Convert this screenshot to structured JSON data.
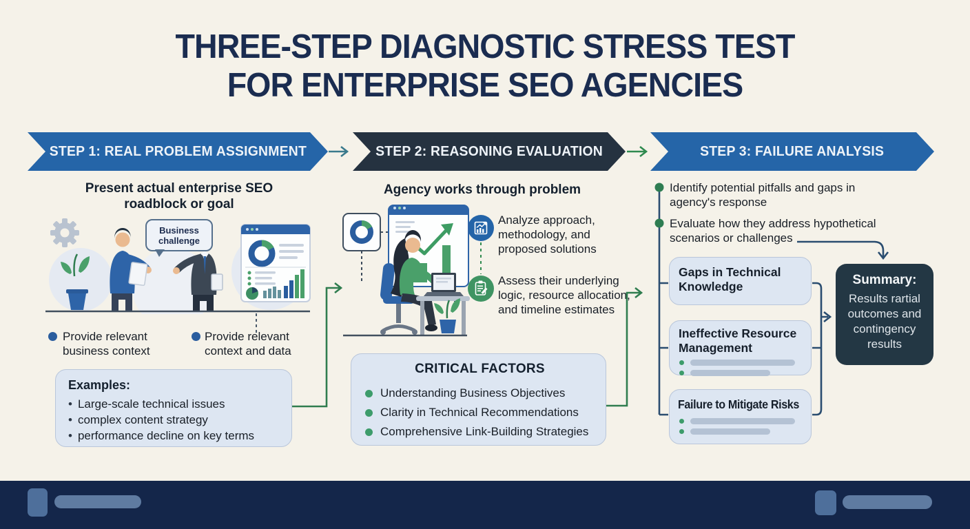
{
  "title": {
    "line1": "THREE-STEP DIAGNOSTIC STRESS TEST",
    "line2": "FOR ENTERPRISE SEO AGENCIES"
  },
  "banners": [
    {
      "label": "STEP 1: REAL PROBLEM ASSIGNMENT",
      "color": "#2565a8"
    },
    {
      "label": "STEP 2: REASONING EVALUATION",
      "color": "#253240"
    },
    {
      "label": "STEP 3: FAILURE ANALYSIS",
      "color": "#2565a8"
    }
  ],
  "step1": {
    "heading": "Present actual enterprise SEO roadblock or goal",
    "illustration": {
      "speech_bubble": "Business challenge",
      "icons": [
        "gear-icon",
        "plant-icon",
        "two-people",
        "dashboard-icon"
      ]
    },
    "bullets": [
      "Provide relevant business context",
      "Provide relevant context and data"
    ],
    "examples": {
      "title": "Examples:",
      "items": [
        "Large-scale technical issues",
        "complex content strategy",
        "performance decline on key terms"
      ]
    }
  },
  "step2": {
    "heading": "Agency works through problem",
    "illustration": {
      "icons": [
        "donut-chart-icon",
        "growth-chart-icon",
        "analyst-at-desk",
        "laptop-icon",
        "plant-icon"
      ]
    },
    "bullets": [
      {
        "icon": "chart-growth-icon",
        "text": "Analyze approach, methodology, and proposed solutions"
      },
      {
        "icon": "clipboard-check-icon",
        "text": "Assess their underlying logic, resource allocation, and timeline estimates"
      }
    ],
    "critical_factors": {
      "title": "CRITICAL FACTORS",
      "items": [
        "Understanding Business Objectives",
        "Clarity in Technical Recommendations",
        "Comprehensive Link-Building Strategies"
      ]
    }
  },
  "step3": {
    "bullets": [
      "Identify potential pitfalls and gaps in agency's response",
      "Evaluate how they address hypothetical scenarios or challenges"
    ],
    "failure_boxes": [
      {
        "label": "Gaps in Technical Knowledge",
        "placeholder_bars": 0
      },
      {
        "label": "Ineffective Resource Management",
        "placeholder_bars": 2
      },
      {
        "label": "Failure to Mitigate Risks",
        "placeholder_bars": 2
      }
    ],
    "summary": {
      "title": "Summary:",
      "text": "Results rartial outcomes and contingency results"
    }
  },
  "colors": {
    "background": "#f5f2e9",
    "banner_blue": "#2565a8",
    "banner_dark": "#253240",
    "title_navy": "#1a2c50",
    "accent_green": "#2f7d4f",
    "bullet_blue": "#2a5d9e",
    "bullet_green": "#3d9c6b",
    "box_light": "#dde6f2",
    "summary_dark": "#233744",
    "connector_blue": "#2a4d70",
    "footer_navy": "#14264a",
    "placeholder_bar": "#b4c2d4"
  }
}
